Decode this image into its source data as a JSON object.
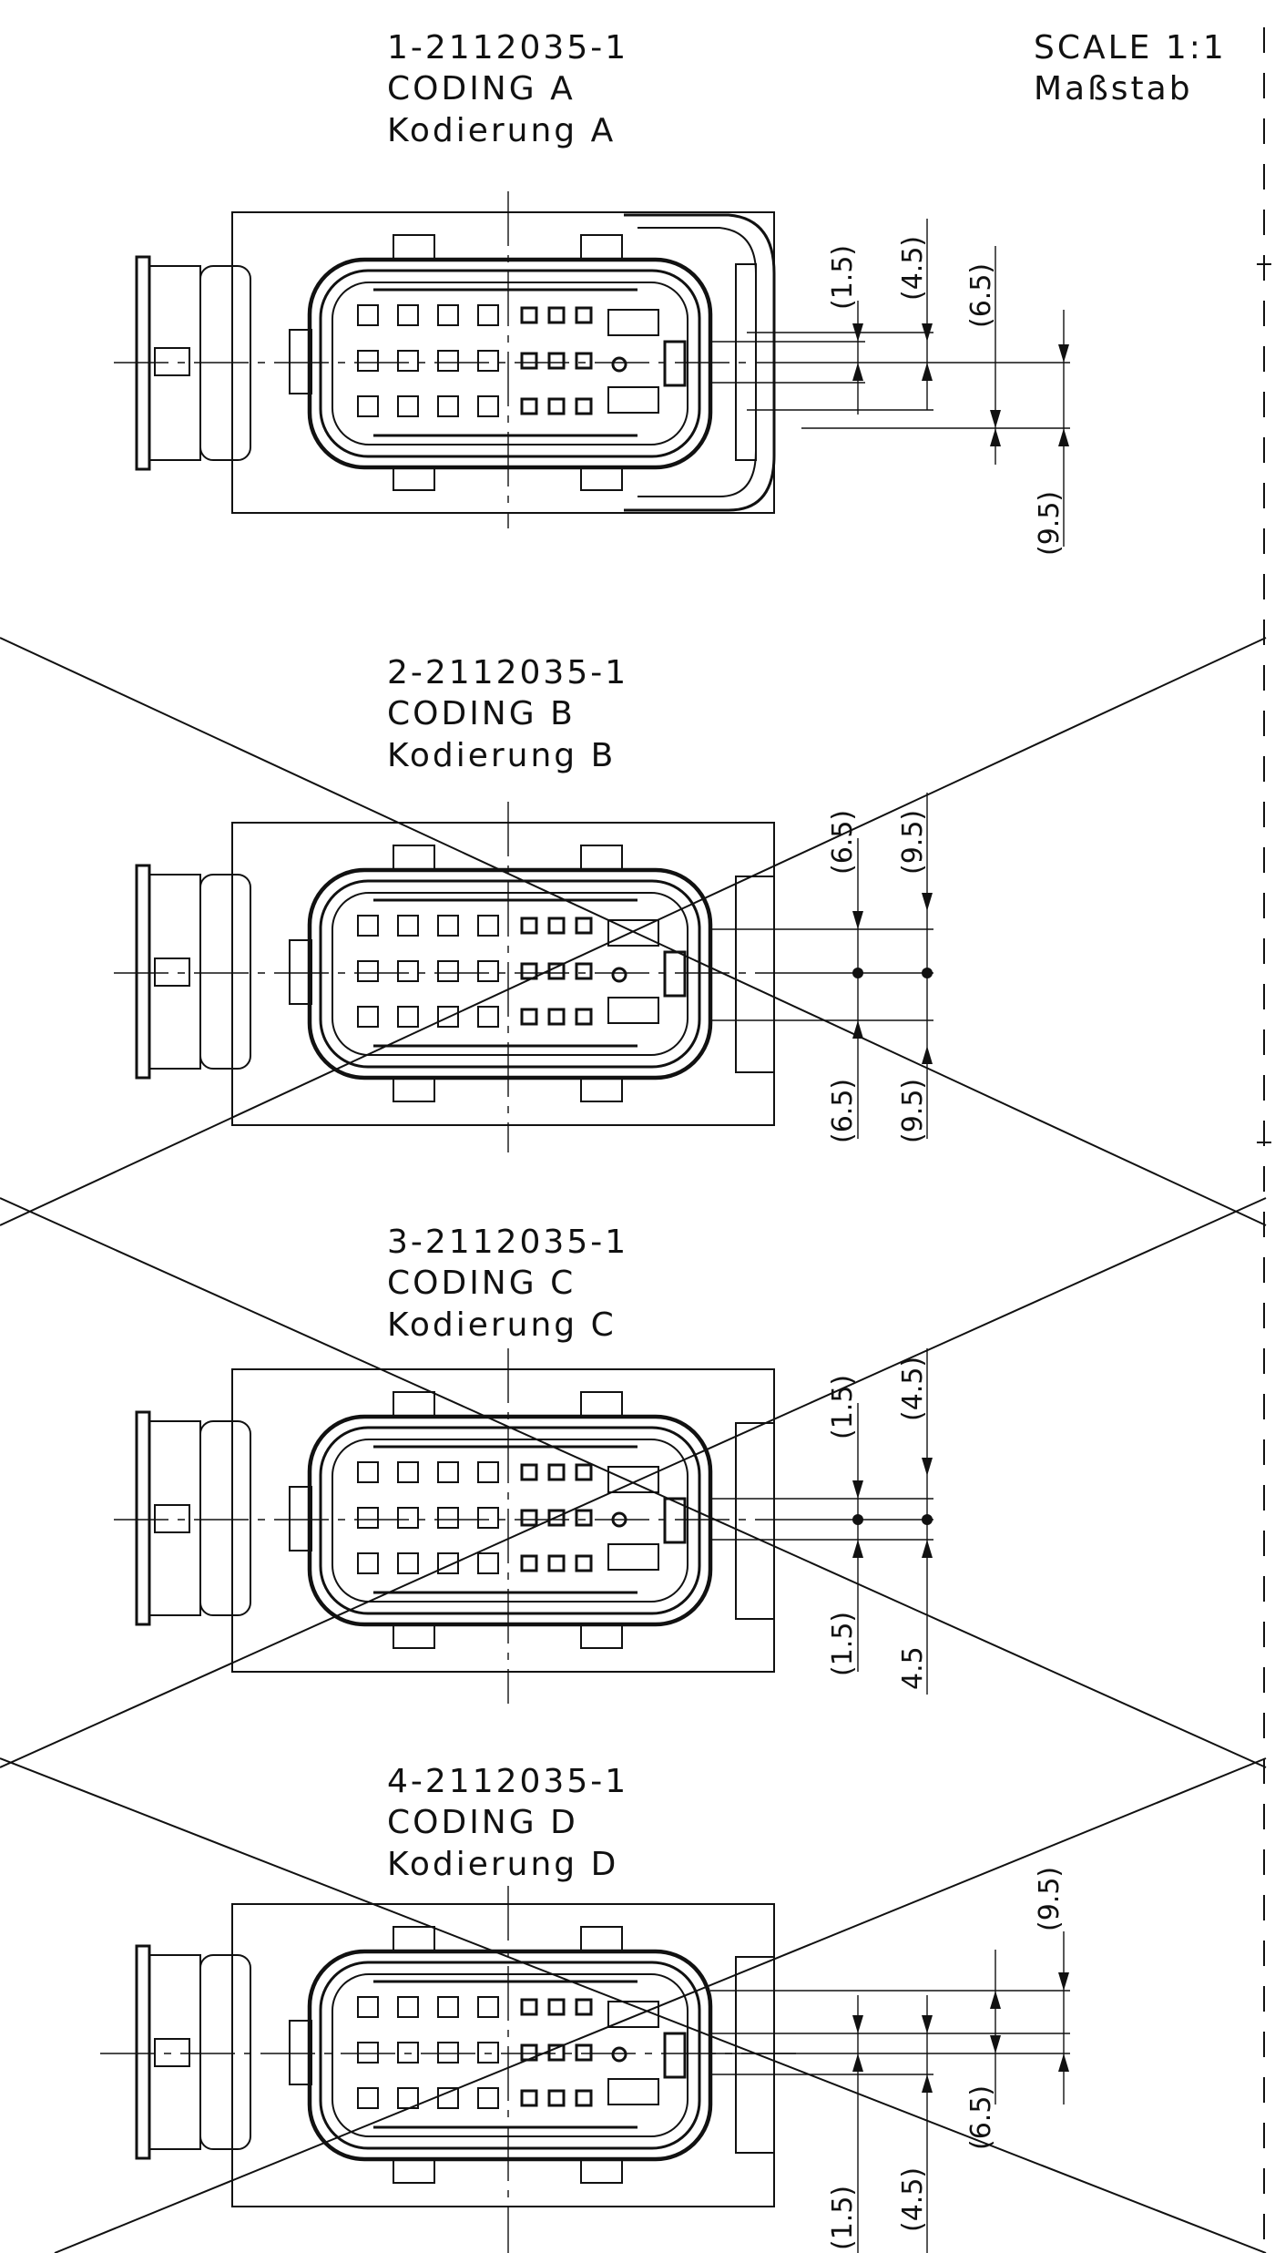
{
  "scale": {
    "line1": "SCALE 1:1",
    "line2": "Maßstab"
  },
  "variants": [
    {
      "id": "A",
      "part_number": "1-2112035-1",
      "coding": "CODING A",
      "kodierung": "Kodierung A",
      "crossed": false,
      "dims": [
        {
          "text": "(1.5)"
        },
        {
          "text": "(4.5)"
        },
        {
          "text": "(6.5)"
        },
        {
          "text": "(9.5)"
        }
      ]
    },
    {
      "id": "B",
      "part_number": "2-2112035-1",
      "coding": "CODING B",
      "kodierung": "Kodierung B",
      "crossed": true,
      "dims": [
        {
          "text": "(6.5)"
        },
        {
          "text": "(9.5)"
        },
        {
          "text": "(6.5)"
        },
        {
          "text": "(9.5)"
        }
      ]
    },
    {
      "id": "C",
      "part_number": "3-2112035-1",
      "coding": "CODING C",
      "kodierung": "Kodierung C",
      "crossed": true,
      "dims": [
        {
          "text": "(1.5)"
        },
        {
          "text": "(4.5)"
        },
        {
          "text": "(1.5)"
        },
        {
          "text": "4.5"
        }
      ]
    },
    {
      "id": "D",
      "part_number": "4-2112035-1",
      "coding": "CODING D",
      "kodierung": "Kodierung D",
      "crossed": true,
      "dims": [
        {
          "text": "(9.5)"
        },
        {
          "text": "(6.5)"
        },
        {
          "text": "(1.5)"
        },
        {
          "text": "(4.5)"
        }
      ]
    }
  ]
}
